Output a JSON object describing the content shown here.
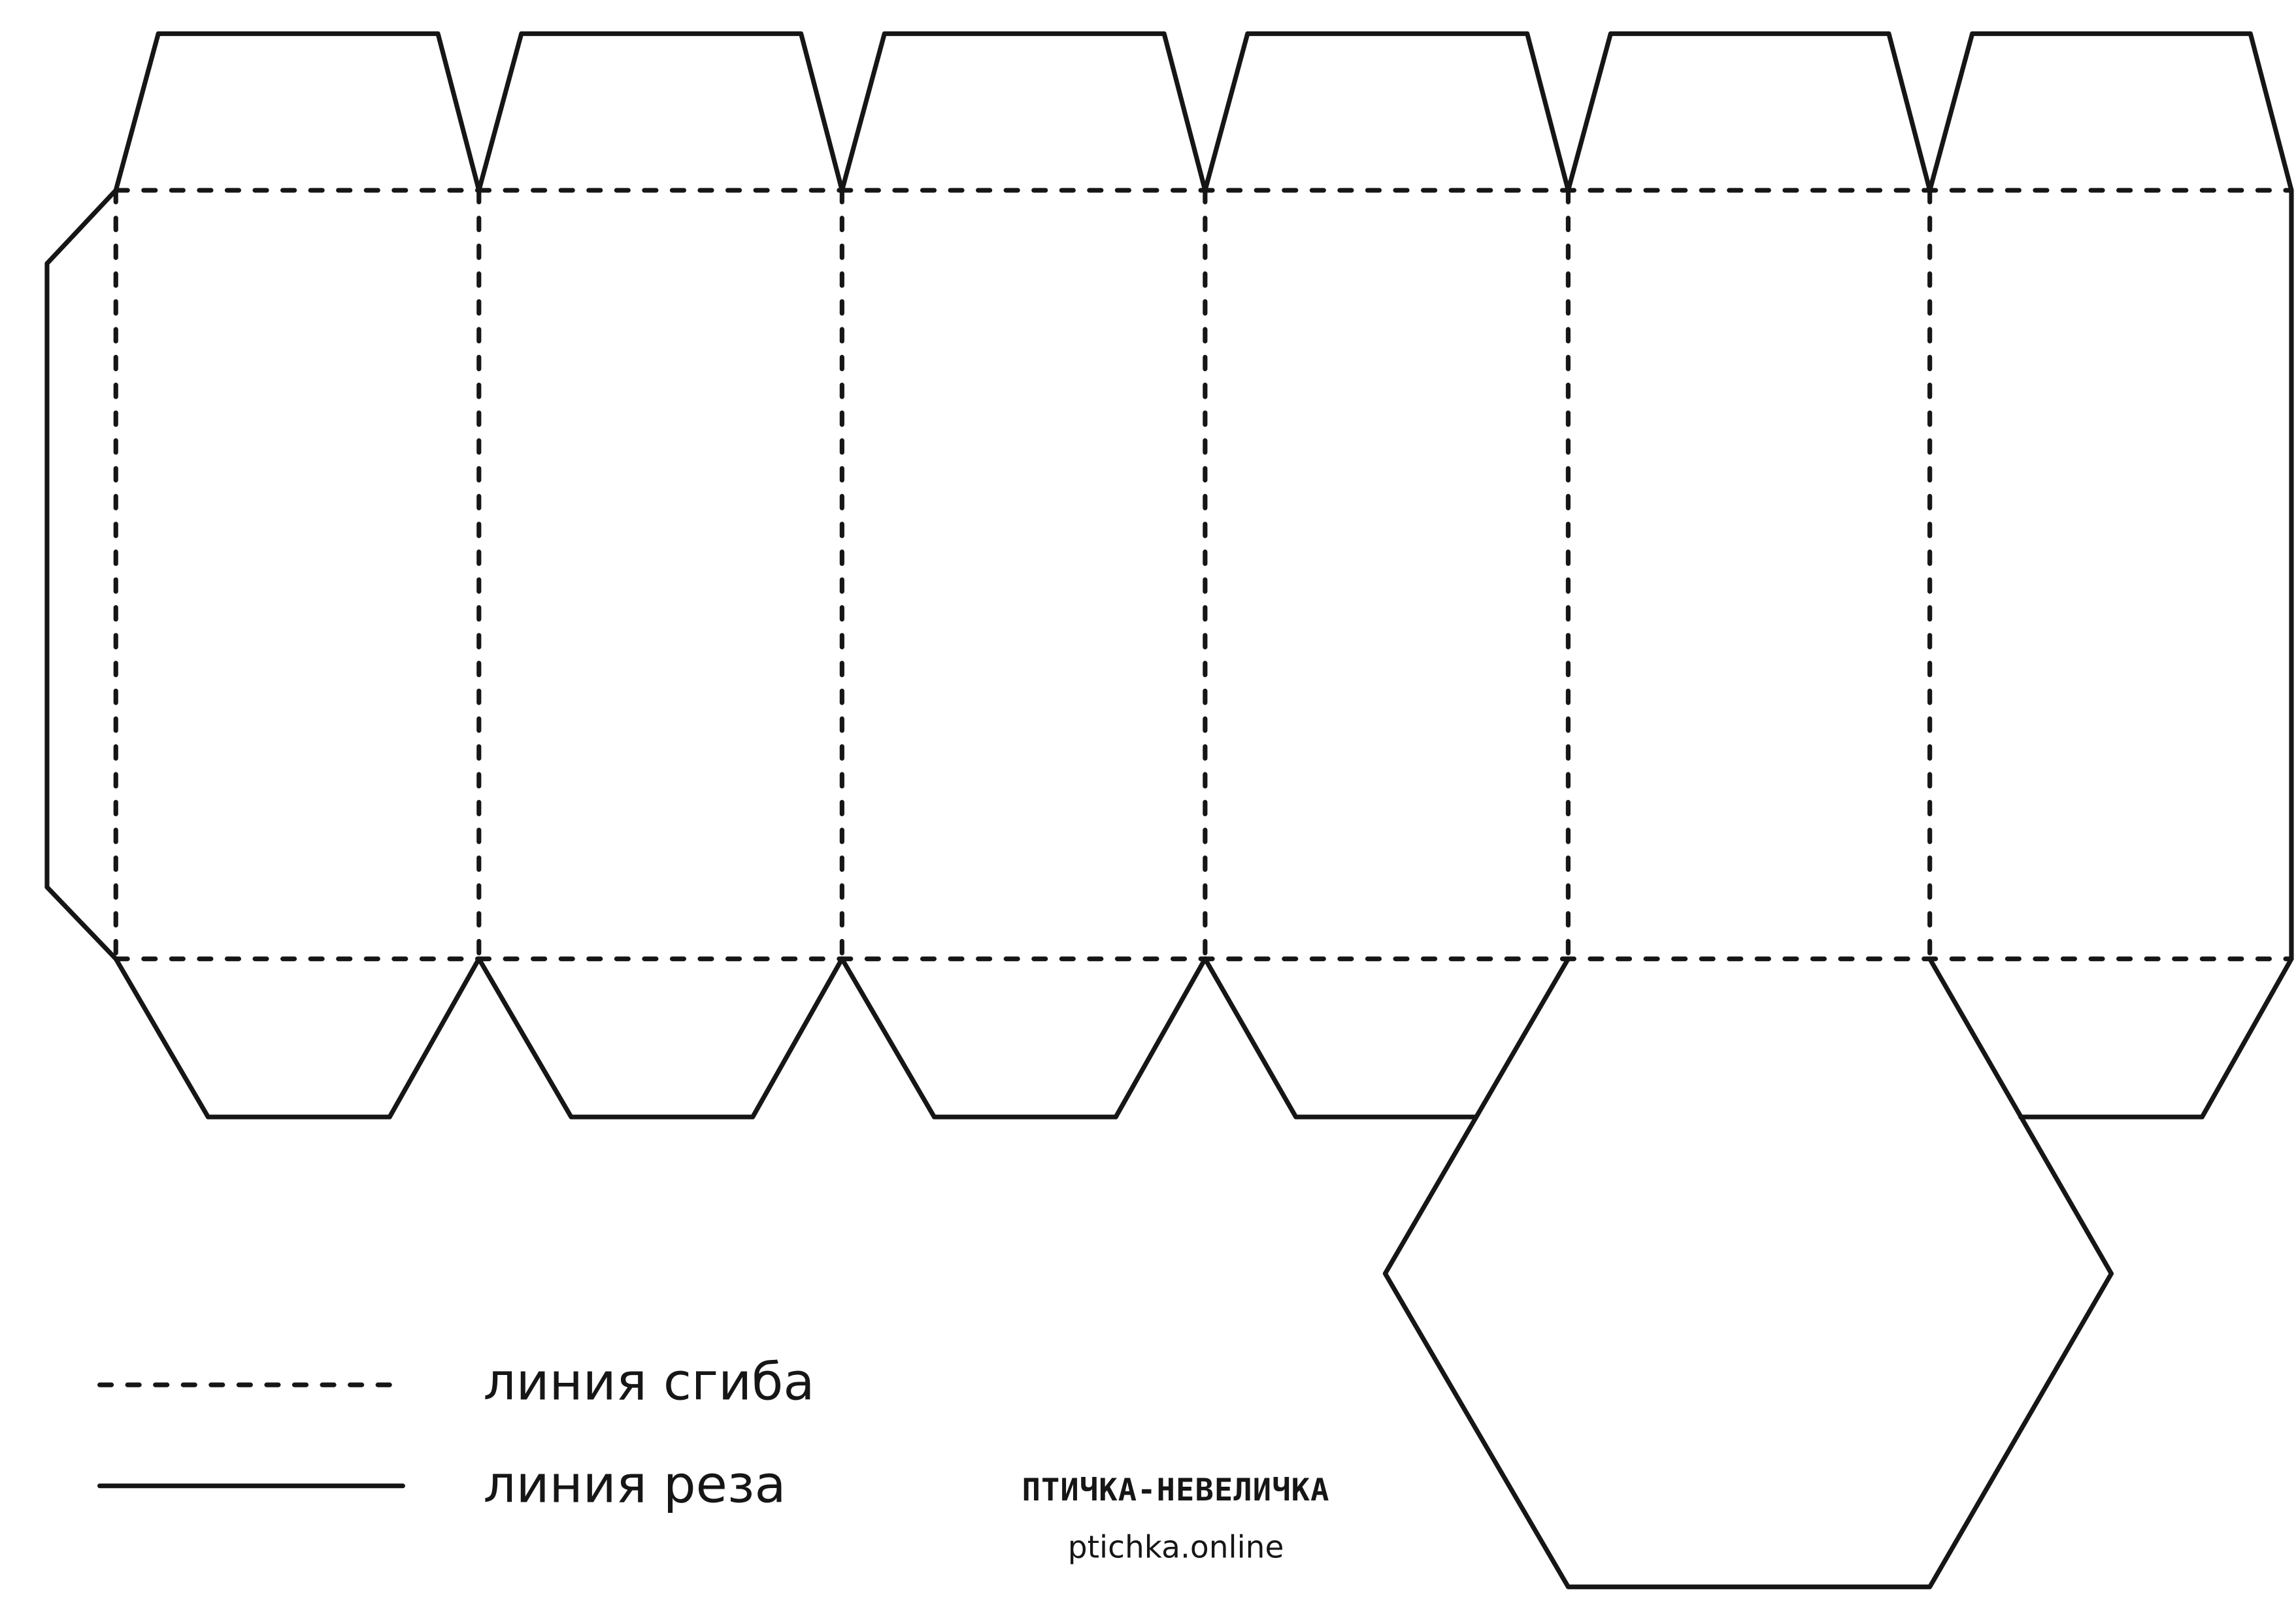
{
  "legend": {
    "fold_label": "линия сгиба",
    "cut_label": "линия реза"
  },
  "brand": {
    "name": "ПТИЧКА-НЕВЕЛИЧКА",
    "url": "ptichka.online"
  },
  "colors": {
    "line": "#161616",
    "background": "#ffffff"
  }
}
